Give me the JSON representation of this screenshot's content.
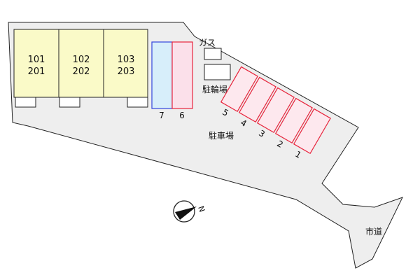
{
  "colors": {
    "site_fill": "#eeeeee",
    "building_fill": "#fafac8",
    "space_7_fill": "#d7eefa",
    "space_7_stroke": "#3344dd",
    "space_6_fill": "#fbe0ea",
    "space_6_stroke": "#e8243c",
    "parking_fill": "#fde8ee",
    "parking_stroke": "#e8243c",
    "outline": "#222222"
  },
  "buildings": [
    {
      "upper": "101",
      "lower": "201"
    },
    {
      "upper": "102",
      "lower": "202"
    },
    {
      "upper": "103",
      "lower": "203"
    }
  ],
  "vertical_spaces": [
    {
      "number": "7"
    },
    {
      "number": "6"
    }
  ],
  "angled_spaces": [
    {
      "number": "5"
    },
    {
      "number": "4"
    },
    {
      "number": "3"
    },
    {
      "number": "2"
    },
    {
      "number": "1"
    }
  ],
  "labels": {
    "gas": "ガス",
    "bicycle_parking": "駐輪場",
    "car_parking": "駐車場",
    "city_road": "市道",
    "north": "N"
  },
  "icons": {
    "compass": "north-arrow-icon"
  }
}
